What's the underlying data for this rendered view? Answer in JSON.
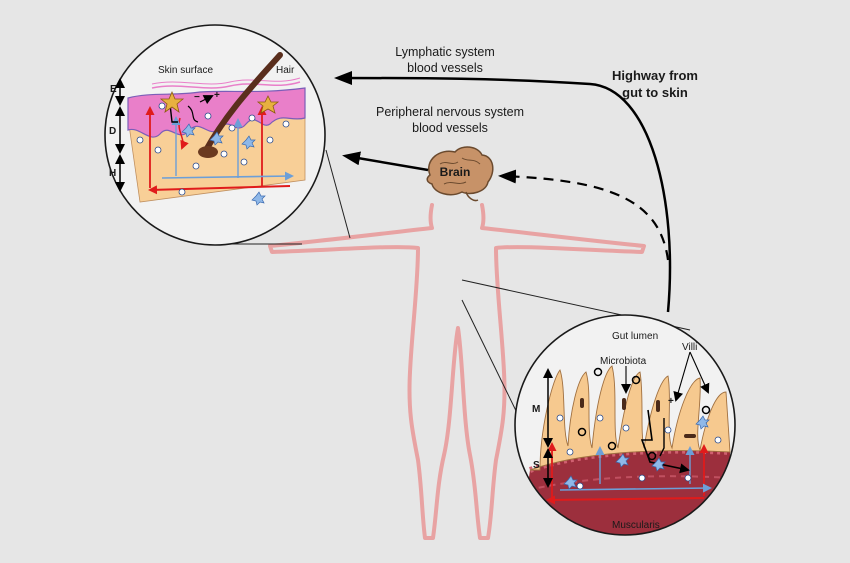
{
  "labels": {
    "lymphatic_line1": "Lymphatic system",
    "lymphatic_line2": "blood vessels",
    "peripheral_line1": "Peripheral nervous system",
    "peripheral_line2": "blood vessels",
    "highway_line1": "Highway from",
    "highway_line2": "gut to skin",
    "brain": "Brain"
  },
  "skin": {
    "surface": "Skin surface",
    "hair": "Hair",
    "layer_e": "E",
    "layer_d": "D",
    "layer_h": "H",
    "plus": "+",
    "minus": "−"
  },
  "gut": {
    "lumen": "Gut lumen",
    "microbiota": "Microbiota",
    "villi": "Villi",
    "muscularis": "Muscularis",
    "layer_m": "M",
    "layer_s": "S",
    "plus": "+"
  },
  "colors": {
    "background": "#e6e6e6",
    "body_outline": "#e8a3a3",
    "epidermis": "#e97fc9",
    "dermis": "#f8cf97",
    "villi": "#f6c98f",
    "muscularis": "#9c2f3d",
    "red_arrow": "#e01b1b",
    "blue_arrow": "#6c9fd8",
    "brain": "#c79268"
  }
}
